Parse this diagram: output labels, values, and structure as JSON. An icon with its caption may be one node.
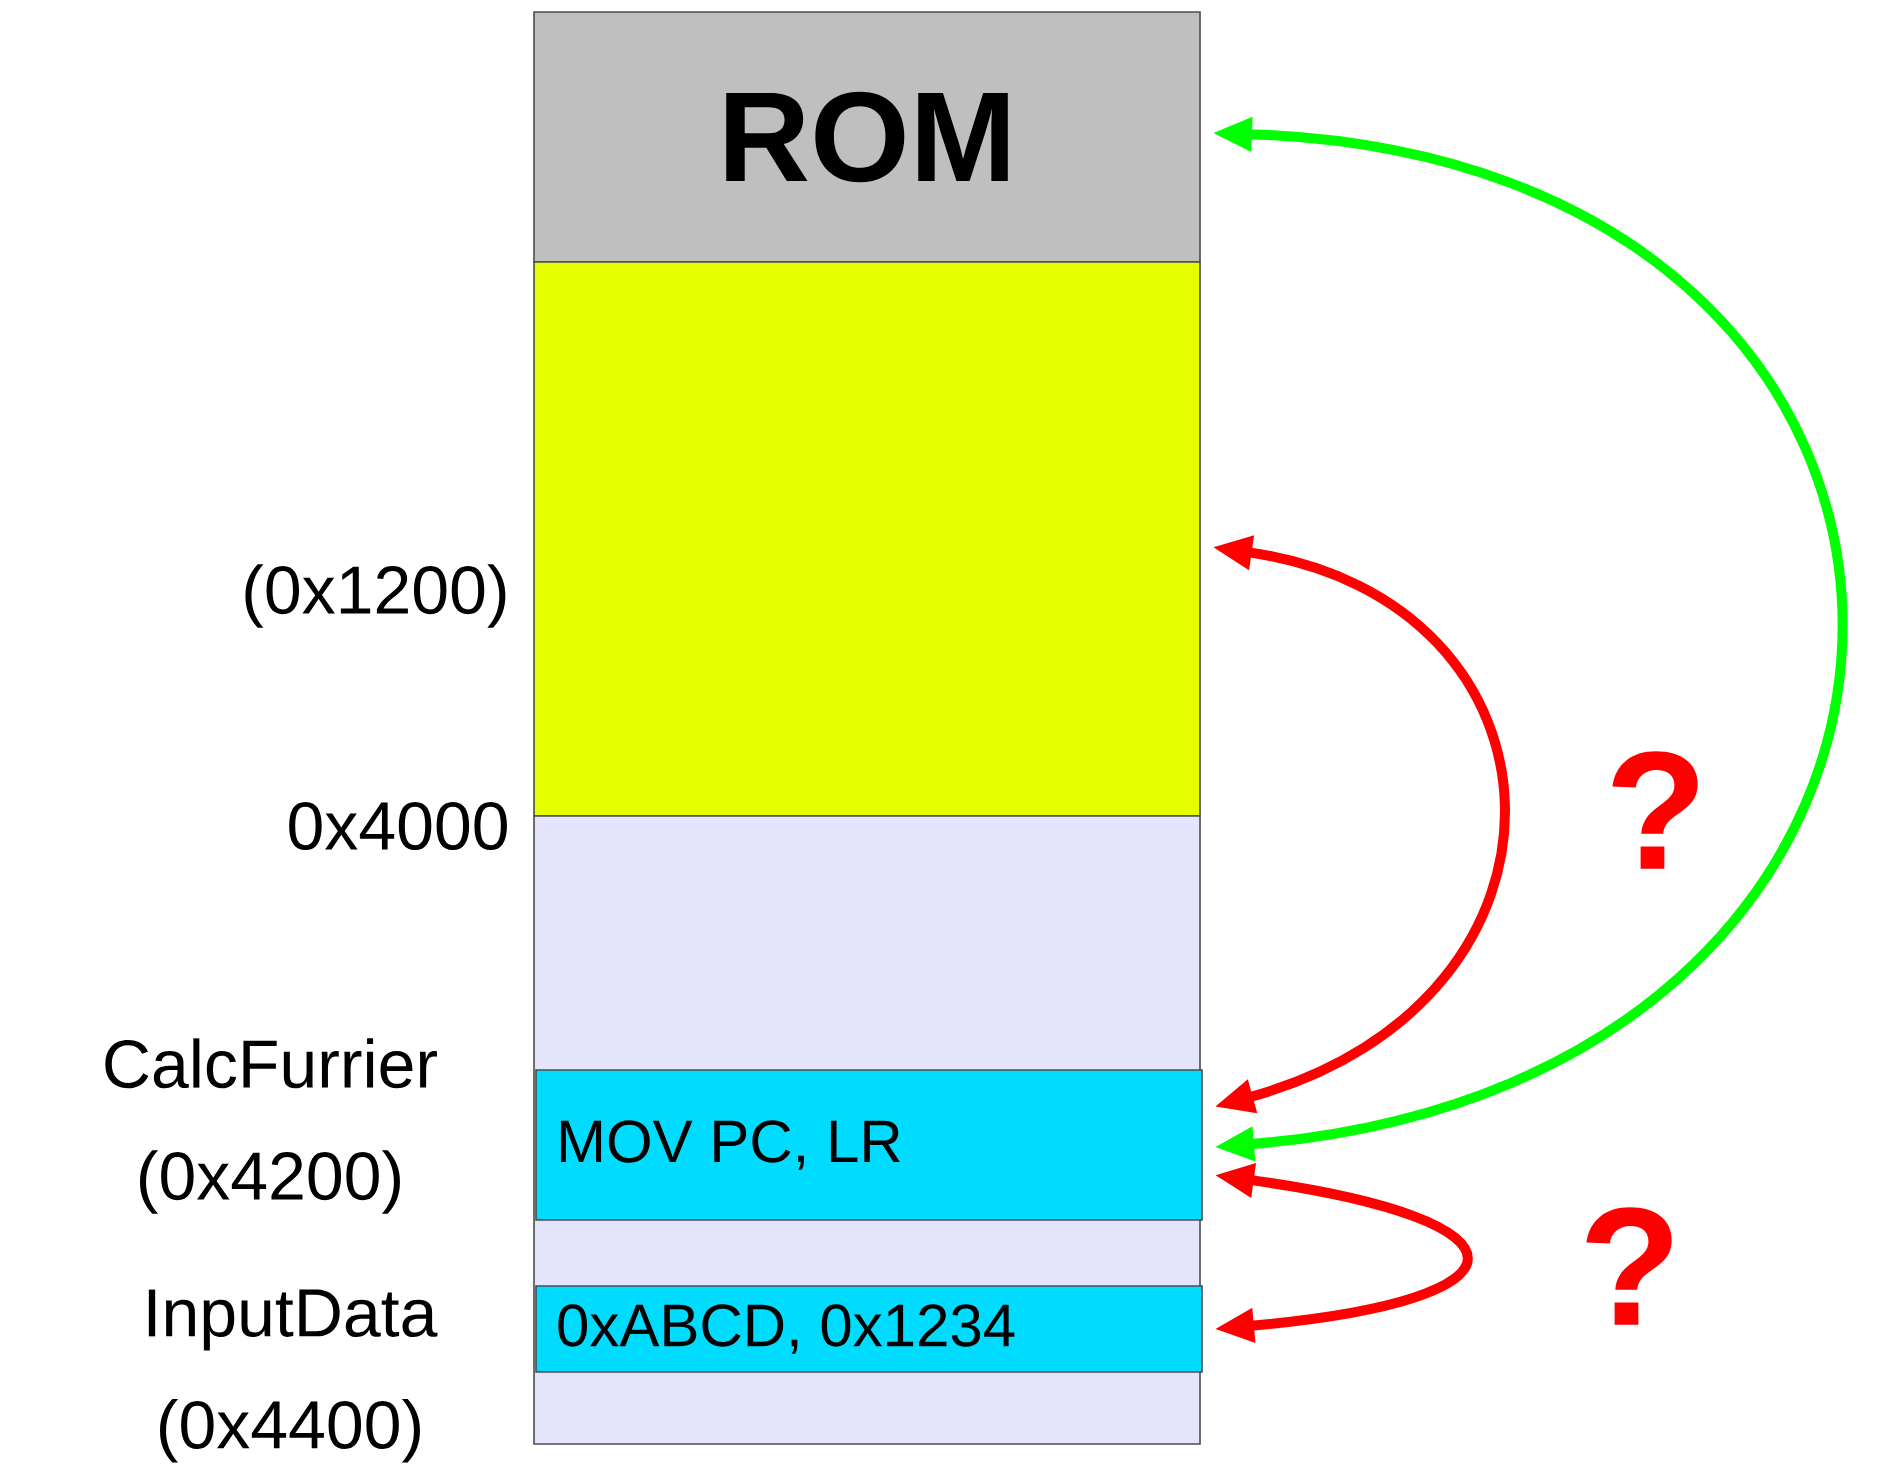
{
  "diagram": {
    "nodes": [
      {
        "text": [
          "ROM"
        ]
      },
      {
        "text": [],
        "shape": "box"
      },
      {
        "text": [],
        "shape": "box"
      },
      {
        "text": [
          "MOV  PC, LR"
        ],
        "in": 2
      },
      {
        "text": [
          "0xABCD, 0x1234"
        ],
        "in": 2
      }
    ],
    "edges": [
      {
        "from": 3,
        "to": 0,
        "arrow": "both",
        "color": "#00ff00"
      },
      {
        "from": 3,
        "to": 1,
        "arrow": "both"
      },
      {
        "from": 3,
        "to": 4,
        "arrow": "both"
      }
    ],
    "labels": [
      "(0x1200)",
      "0x4000",
      "CalcFurrier (0x4200)",
      "InputData (0x4400)",
      "?",
      "?"
    ]
  }
}
